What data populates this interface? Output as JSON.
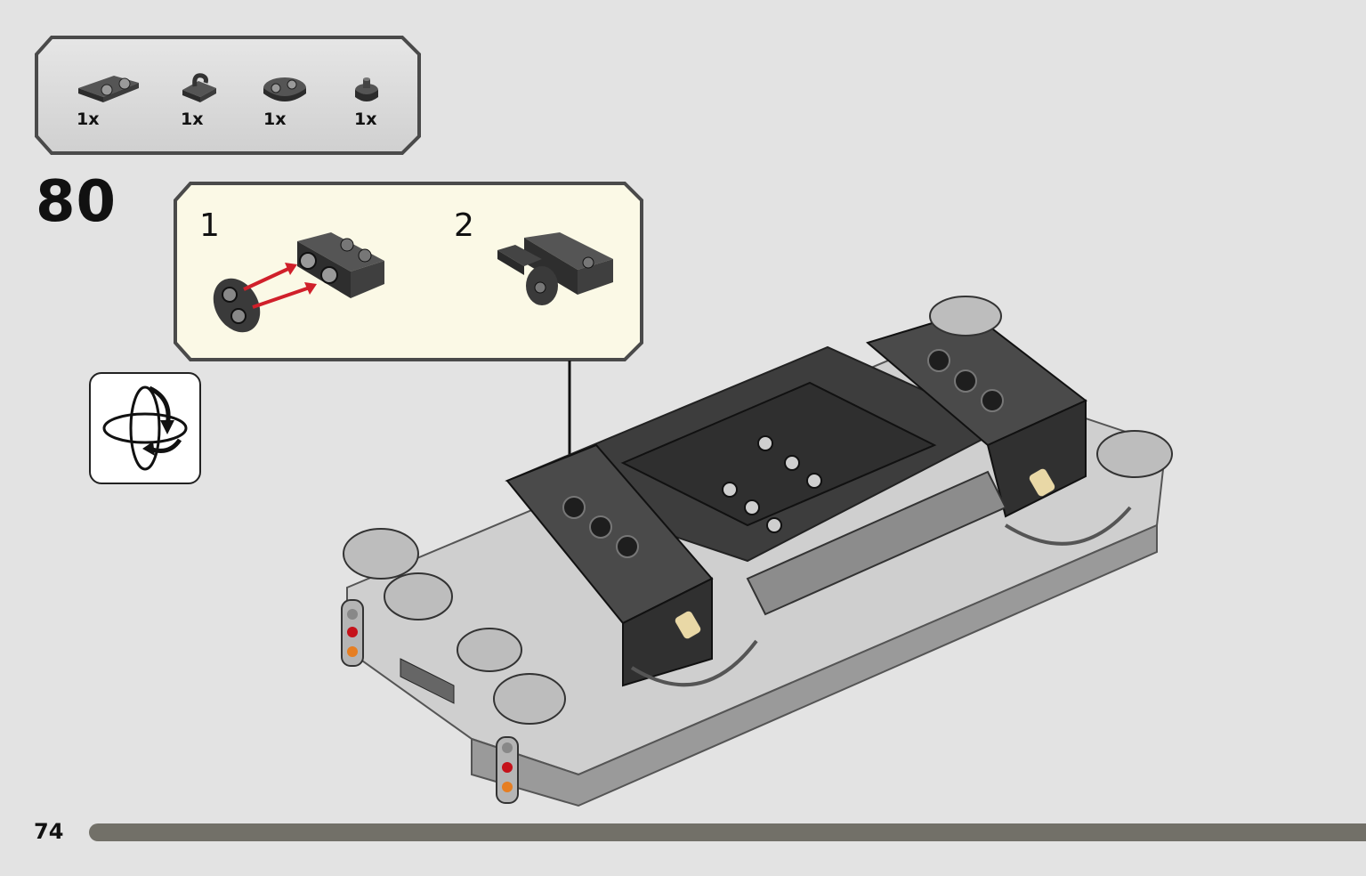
{
  "parts_list": {
    "items": [
      {
        "icon": "plate-with-two-pins-icon",
        "qty": "1x"
      },
      {
        "icon": "clip-plate-icon",
        "qty": "1x"
      },
      {
        "icon": "plate-1x2-rounded-icon",
        "qty": "1x"
      },
      {
        "icon": "round-stud-icon",
        "qty": "1x"
      }
    ]
  },
  "step": {
    "number": "80"
  },
  "sub_steps": [
    {
      "label": "1"
    },
    {
      "label": "2"
    }
  ],
  "rotate_icon": "rotate-model-icon",
  "page": {
    "number": "74"
  },
  "colors": {
    "background": "#e3e3e3",
    "sub_panel_fill": "#fbf9e6",
    "arrow_red": "#d0202a",
    "progress": "#727068"
  }
}
